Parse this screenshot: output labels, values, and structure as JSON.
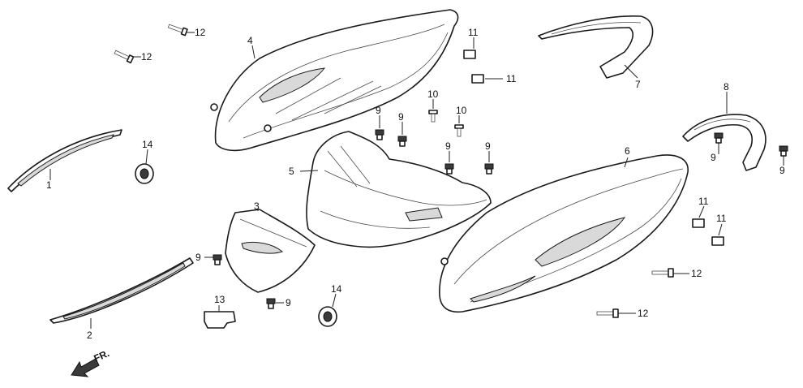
{
  "callouts": [
    {
      "id": "c1",
      "text": "1"
    },
    {
      "id": "c2",
      "text": "2"
    },
    {
      "id": "c3",
      "text": "3"
    },
    {
      "id": "c4",
      "text": "4"
    },
    {
      "id": "c5",
      "text": "5"
    },
    {
      "id": "c6",
      "text": "6"
    },
    {
      "id": "c7",
      "text": "7"
    },
    {
      "id": "c8",
      "text": "8"
    },
    {
      "id": "c9a",
      "text": "9"
    },
    {
      "id": "c9b",
      "text": "9"
    },
    {
      "id": "c9c",
      "text": "9"
    },
    {
      "id": "c9d",
      "text": "9"
    },
    {
      "id": "c9e",
      "text": "9"
    },
    {
      "id": "c9f",
      "text": "9"
    },
    {
      "id": "c9g",
      "text": "9"
    },
    {
      "id": "c10a",
      "text": "10"
    },
    {
      "id": "c10b",
      "text": "10"
    },
    {
      "id": "c11a",
      "text": "11"
    },
    {
      "id": "c11b",
      "text": "11"
    },
    {
      "id": "c11c",
      "text": "11"
    },
    {
      "id": "c11d",
      "text": "11"
    },
    {
      "id": "c12a",
      "text": "12"
    },
    {
      "id": "c12b",
      "text": "12"
    },
    {
      "id": "c12c",
      "text": "12"
    },
    {
      "id": "c12d",
      "text": "12"
    },
    {
      "id": "c13",
      "text": "13"
    },
    {
      "id": "c14a",
      "text": "14"
    },
    {
      "id": "c14b",
      "text": "14"
    }
  ],
  "direction_label": "FR."
}
